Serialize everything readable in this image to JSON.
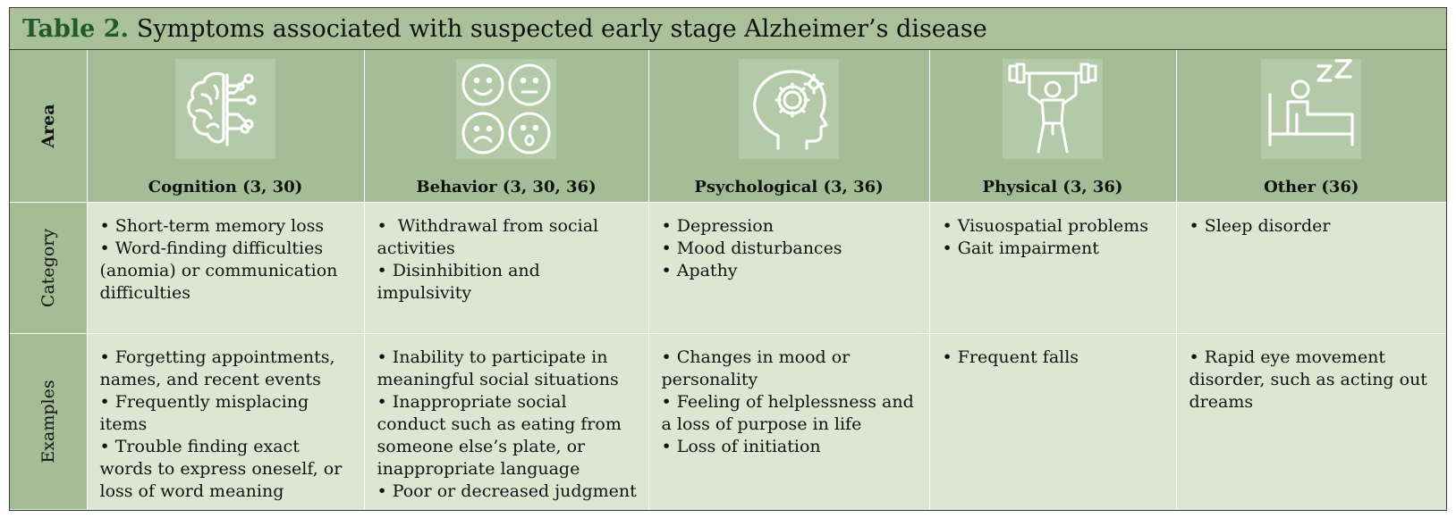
{
  "title": {
    "number": "Table 2.",
    "text": "Symptoms associated with suspected early stage Alzheimer’s disease"
  },
  "row_labels": {
    "area": "Area",
    "category": "Category",
    "examples": "Examples"
  },
  "columns": [
    {
      "area": "Cognition (3, 30)",
      "icon": "brain-circuit-icon",
      "category": [
        "Short-term memory loss",
        "Word-finding difficulties (anomia) or communication difficulties"
      ],
      "examples": [
        "Forgetting appointments, names, and recent events",
        "Frequently misplacing items",
        "Trouble finding exact words to express oneself, or loss of word meaning"
      ]
    },
    {
      "area": "Behavior (3, 30, 36)",
      "icon": "emotion-faces-icon",
      "category": [
        " Withdrawal from social activities",
        "Disinhibition and impulsivity"
      ],
      "examples": [
        "Inability to participate in meaningful social situations",
        "Inappropriate social conduct such as eating from someone else’s plate, or inappropriate language",
        "Poor or decreased judgment"
      ]
    },
    {
      "area": "Psychological (3, 36)",
      "icon": "head-gear-icon",
      "category": [
        "Depression",
        "Mood disturbances",
        "Apathy"
      ],
      "examples": [
        "Changes in mood or personality",
        "Feeling of helplessness and a loss of purpose in life",
        "Loss of initiation"
      ]
    },
    {
      "area": "Physical (3, 36)",
      "icon": "weightlifter-icon",
      "category": [
        "Visuospatial problems",
        "Gait impairment"
      ],
      "examples": [
        "Frequent falls"
      ]
    },
    {
      "area": "Other (36)",
      "icon": "sleeping-bed-icon",
      "category": [
        "Sleep disorder"
      ],
      "examples": [
        "Rapid eye movement disorder, such as acting out dreams"
      ]
    }
  ],
  "bullet": "•",
  "colors": {
    "title_bar": "#a9c09a",
    "title_number": "#1f5a2a",
    "header_row": "#a5bd96",
    "body_rows": "#dde6d2",
    "icon_background": "#b4c9a7"
  }
}
